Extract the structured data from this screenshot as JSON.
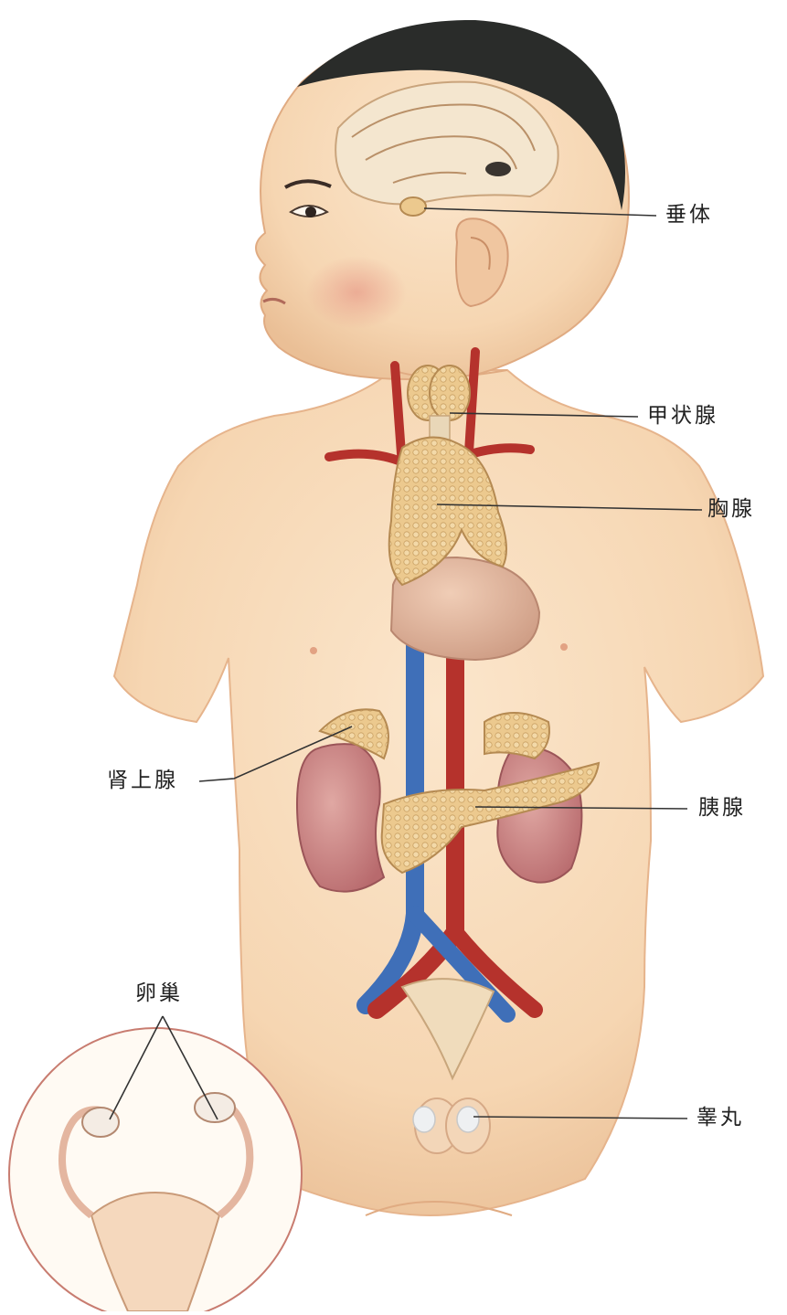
{
  "diagram": {
    "labels": {
      "pituitary": "垂体",
      "thyroid": "甲状腺",
      "thymus": "胸腺",
      "adrenal": "肾上腺",
      "pancreas": "胰腺",
      "ovary": "卵巢",
      "testis": "睾丸"
    },
    "colors": {
      "skin": "#f8dcbc",
      "skin_shadow": "#e9b992",
      "hair": "#2a2c2a",
      "artery": "#b5322c",
      "vein": "#3f6fb8",
      "gland": "#ecc98e",
      "kidney": "#c57a7b",
      "heart": "#e2b79d",
      "leader_line": "#333333"
    }
  }
}
